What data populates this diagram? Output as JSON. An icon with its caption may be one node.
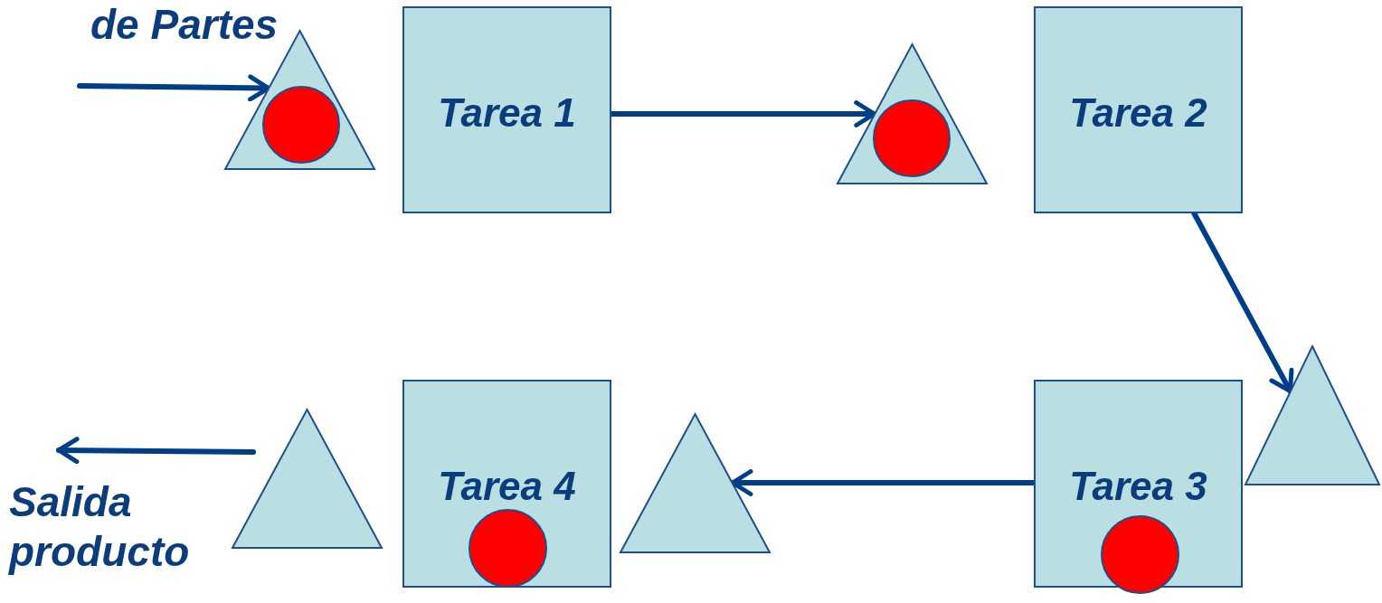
{
  "diagram": {
    "nodes": [
      {
        "text": [],
        "shape": "triangle"
      },
      {
        "text": [],
        "shape": "circle",
        "in": 0
      },
      {
        "text": [
          "Tarea 1"
        ]
      },
      {
        "text": [],
        "shape": "triangle"
      },
      {
        "text": [],
        "shape": "circle",
        "in": 3
      },
      {
        "text": [
          "Tarea 2"
        ]
      },
      {
        "text": [],
        "shape": "triangle"
      },
      {
        "text": [
          "Tarea 4"
        ]
      },
      {
        "text": [],
        "shape": "circle",
        "in": 7
      },
      {
        "text": [],
        "shape": "triangle"
      },
      {
        "text": [
          "Tarea 3"
        ]
      },
      {
        "text": [],
        "shape": "circle",
        "in": 10
      },
      {
        "text": [],
        "shape": "triangle"
      }
    ],
    "edges": [
      {
        "from": null,
        "to": 0,
        "arrow": "to"
      },
      {
        "from": 2,
        "to": 3,
        "arrow": "to"
      },
      {
        "from": 5,
        "to": 12,
        "arrow": "to"
      },
      {
        "from": 10,
        "to": 9,
        "arrow": "to"
      },
      {
        "from": 6,
        "to": null,
        "arrow": "to"
      }
    ],
    "labels": [
      "de Partes",
      "Salida producto"
    ]
  }
}
